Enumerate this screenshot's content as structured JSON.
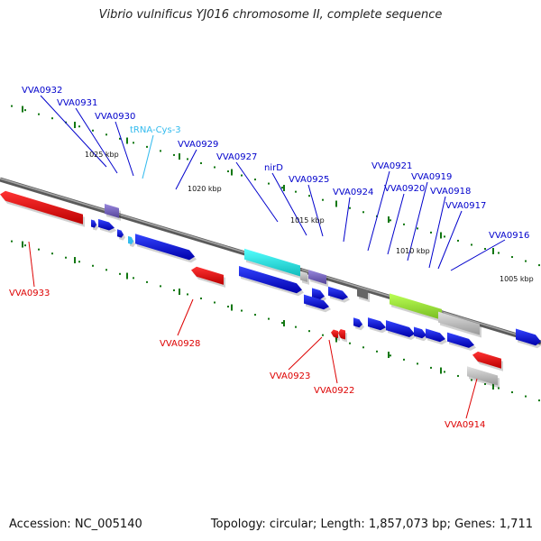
{
  "title": "Vibrio vulnificus YJ016 chromosome II, complete sequence",
  "footer": {
    "accession": "Accession: NC_005140",
    "summary": "Topology: circular; Length: 1,857,073 bp; Genes: 1,711"
  },
  "scale_labels": [
    "1025 kbp",
    "1020 kbp",
    "1015 kbp",
    "1010 kbp",
    "1005 kbp"
  ],
  "feature_labels": {
    "forward": [
      "VVA0932",
      "VVA0931",
      "VVA0930",
      "tRNA-Cys-3",
      "VVA0929",
      "VVA0927",
      "nirD",
      "VVA0925",
      "VVA0924",
      "VVA0921",
      "VVA0920",
      "VVA0919",
      "VVA0918",
      "VVA0917",
      "VVA0916"
    ],
    "reverse": [
      "VVA0933",
      "VVA0928",
      "VVA0923",
      "VVA0922",
      "VVA0914"
    ]
  },
  "colors": {
    "forward_gene": "#0000dd",
    "reverse_gene": "#ee0000",
    "trna": "#33bbee",
    "backbone": "#888888",
    "tick": "#117711",
    "highlight_cyan": "#22dddd",
    "highlight_green": "#99dd33",
    "highlight_purple": "#7766bb",
    "highlight_gray": "#bbbbbb"
  }
}
